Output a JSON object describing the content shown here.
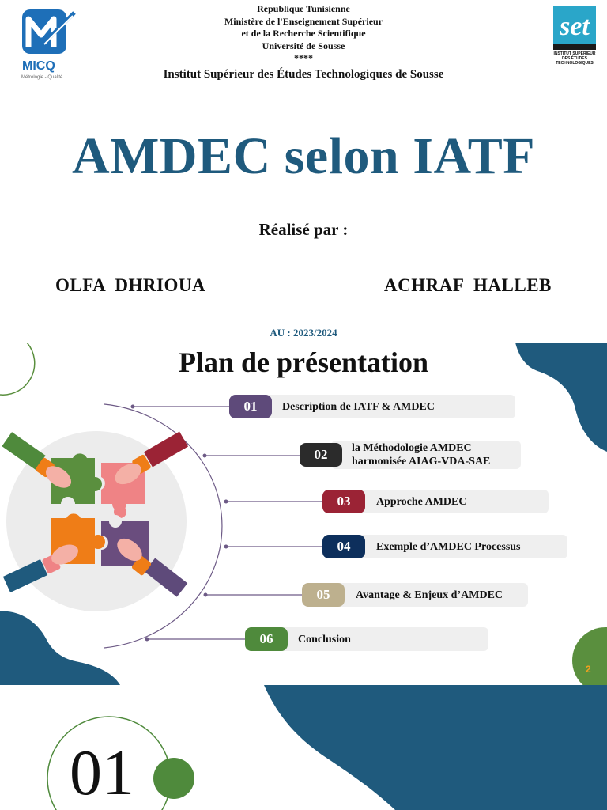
{
  "title_slide": {
    "header_lines": [
      "République Tunisienne",
      "Ministère de l'Enseignement Supérieur",
      "et de la Recherche Scientifique",
      "Université de Sousse",
      "****"
    ],
    "institut": "Institut Supérieur des Études Technologiques de Sousse",
    "title": "AMDEC selon IATF",
    "realise_par": "Réalisé par :",
    "authors": [
      "OLFA  DHRIOUA",
      "ACHRAF  HALLEB"
    ],
    "academic_year": "AU : 2023/2024",
    "logo_left": {
      "text": "MICQ",
      "subtext": "Métrologie - Qualité",
      "color": "#1e6fb8"
    },
    "logo_right": {
      "letters": "set",
      "caption_lines": [
        "INSTITUT SUPÉRIEUR",
        "DES ÉTUDES",
        "TECHNOLOGIQUES"
      ],
      "color": "#2aa6c9"
    }
  },
  "plan_slide": {
    "title": "Plan de présentation",
    "items": [
      {
        "num": "01",
        "label": "Description de IATF & AMDEC",
        "color": "#5e4a7a"
      },
      {
        "num": "02",
        "label": "la Méthodologie AMDEC harmonisée AIAG-VDA-SAE",
        "label_lines": [
          "la Méthodologie AMDEC",
          "harmonisée AIAG-VDA-SAE"
        ],
        "color": "#2b2b2b"
      },
      {
        "num": "03",
        "label": "Approche AMDEC",
        "color": "#9b2335"
      },
      {
        "num": "04",
        "label": "Exemple d’AMDEC Processus",
        "color": "#0d2f5c"
      },
      {
        "num": "05",
        "label": "Avantage & Enjeux d’AMDEC",
        "color": "#bdb08e"
      },
      {
        "num": "06",
        "label": "Conclusion",
        "color": "#4f8a3c"
      }
    ],
    "page_number": "2",
    "colors": {
      "teal": "#1f5a7d",
      "green": "#5a8f3e"
    }
  },
  "section_slide": {
    "number": "01",
    "colors": {
      "teal": "#1f5a7d",
      "green": "#4f8a3c"
    }
  }
}
